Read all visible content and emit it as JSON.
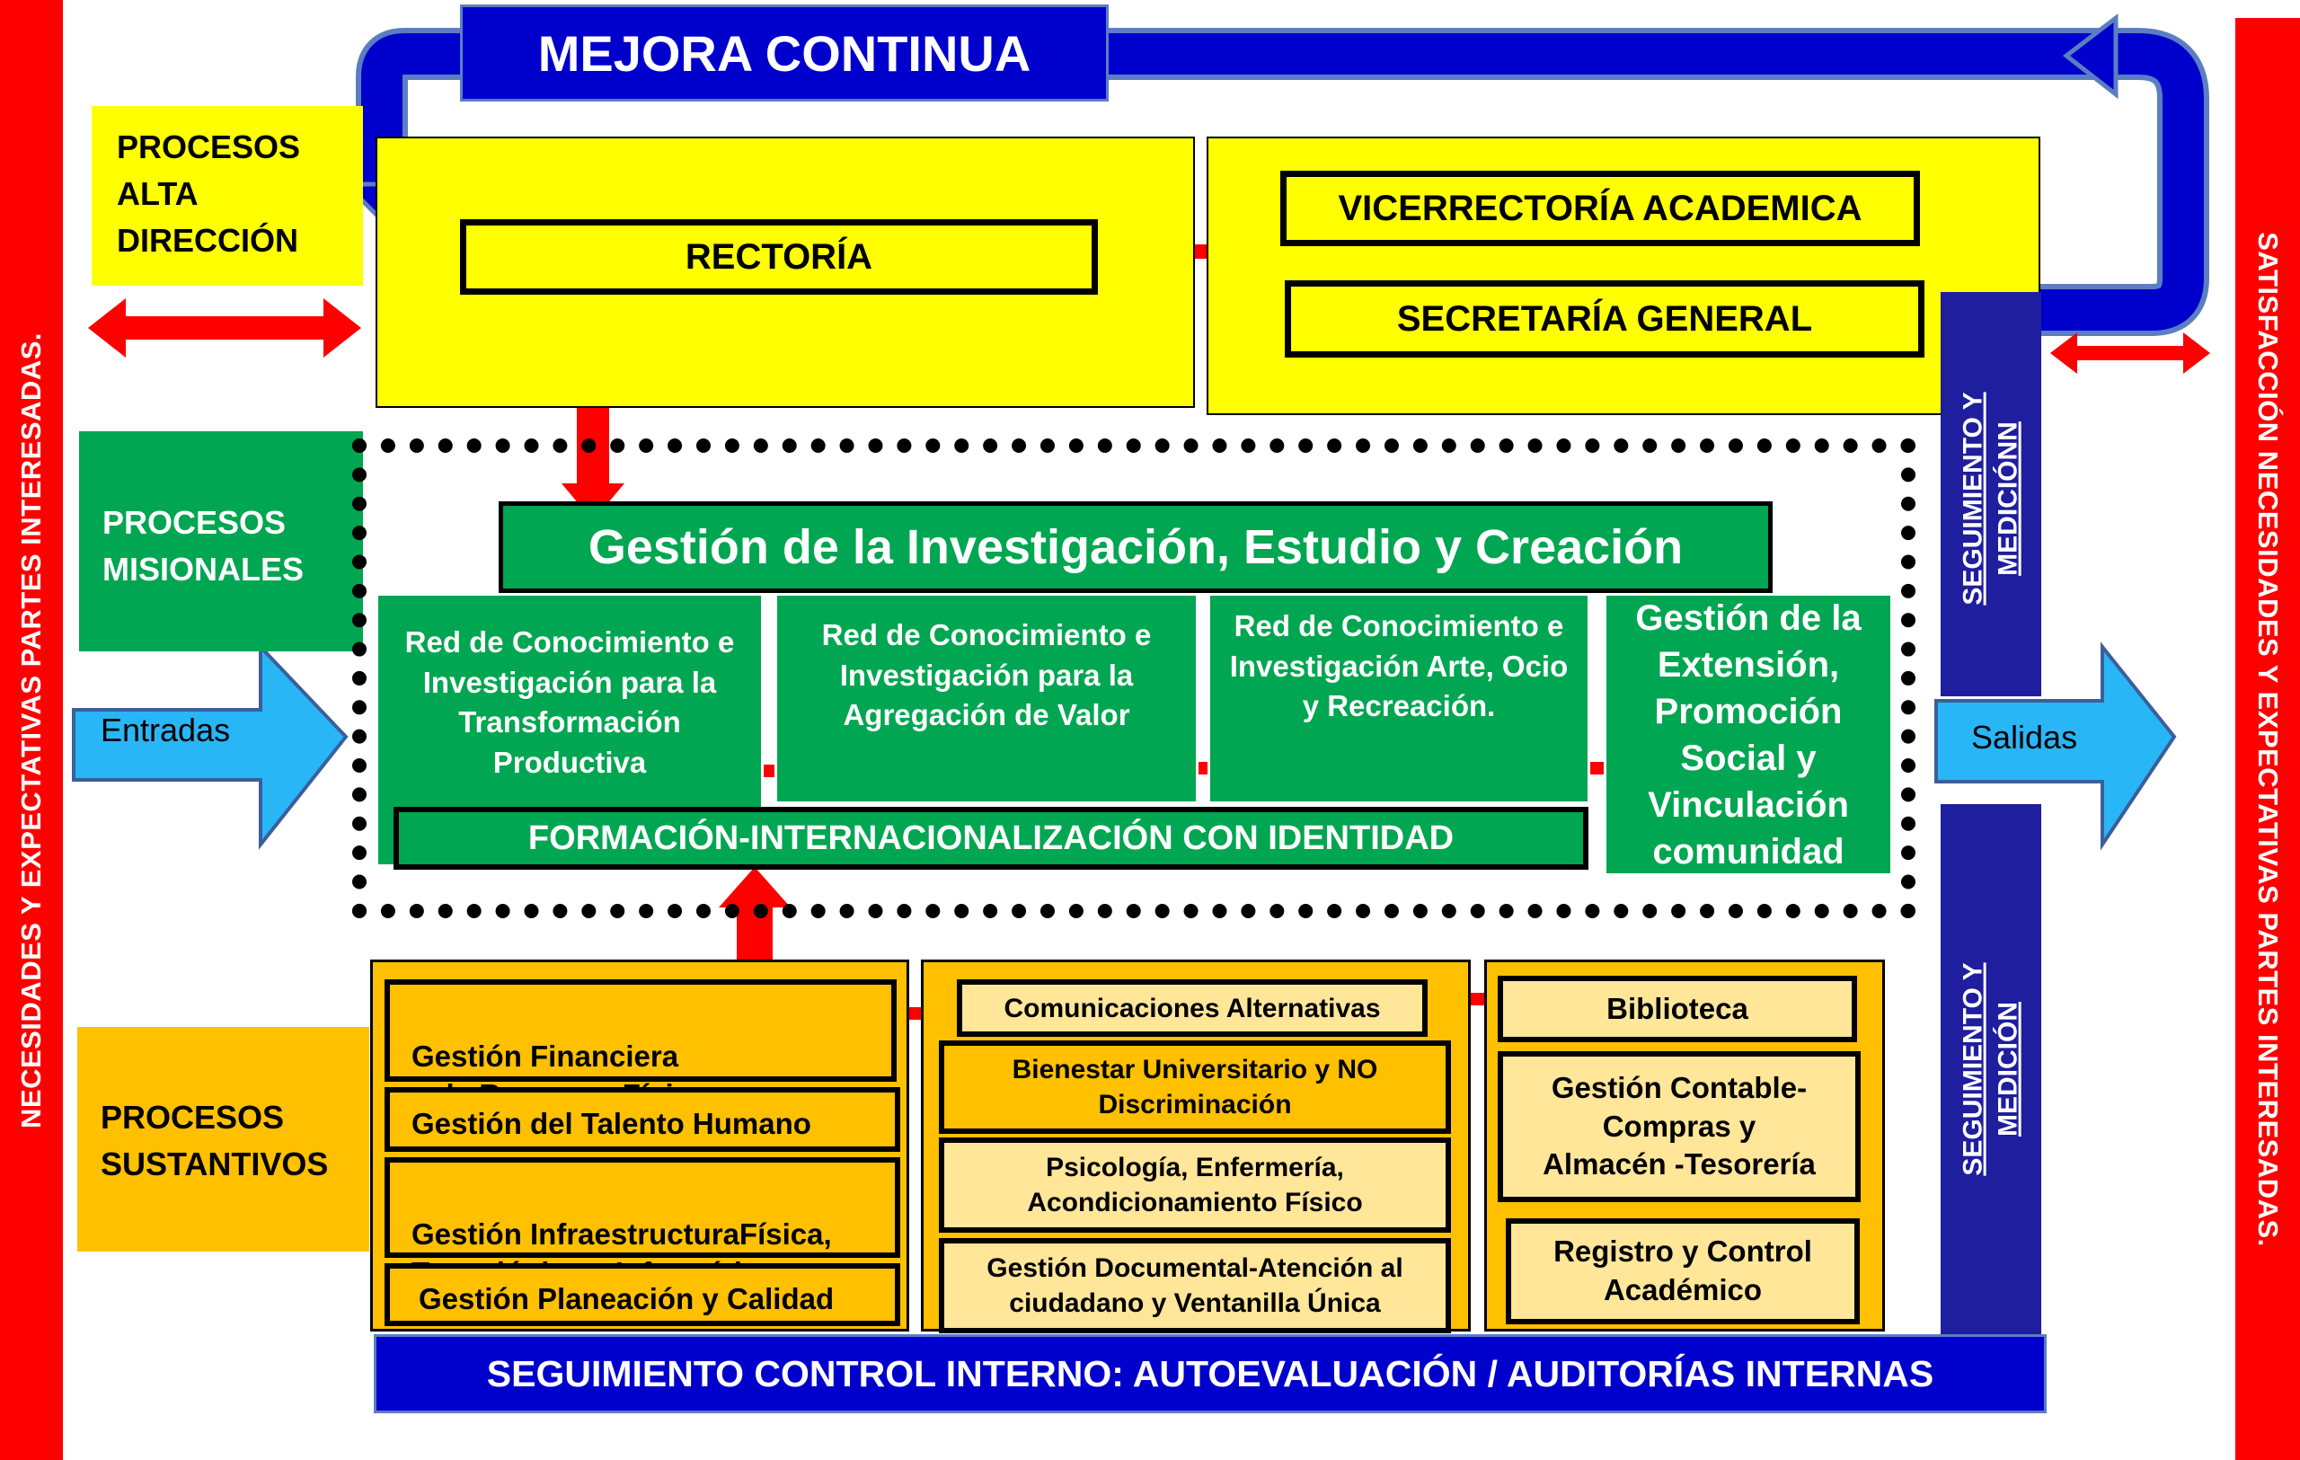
{
  "left_bar": {
    "text": "NECESIDADES Y EXPECTATIVAS PARTES INTERESADAS.",
    "color": "#ff0000"
  },
  "right_bar": {
    "text": "SATISFACCIÓN NECESIDADES Y EXPECTATIVAS PARTES INTERESADAS.",
    "color": "#ff0000"
  },
  "mejora": {
    "text": "MEJORA CONTINUA",
    "color": "#0000cc"
  },
  "alta_direccion": {
    "label": "PROCESOS\nALTA\nDIRECCIÓN",
    "rectoria": "RECTORÍA",
    "vicerrectoria": "VICERRECTORÍA ACADEMICA",
    "secretaria": "SECRETARÍA GENERAL"
  },
  "misionales": {
    "label": "PROCESOS\nMISIONALES",
    "title": "Gestión de la Investigación, Estudio y Creación",
    "red1": "Red de Conocimiento e Investigación  para la Transformación Productiva",
    "red2": "Red de Conocimiento e Investigación para la Agregación de Valor",
    "red3": "Red  de Conocimiento e Investigación Arte, Ocio y Recreación.",
    "extension": "Gestión de la Extensión, Promoción Social y Vinculación comunidad",
    "formacion": "FORMACIÓN-INTERNACIONALIZACIÓN CON IDENTIDAD"
  },
  "entradas": "Entradas",
  "salidas": "Salidas",
  "seguimiento_top": {
    "line1": "SEGUIMIENTO Y",
    "line2": "MEDICIÓNN"
  },
  "seguimiento_bottom": {
    "line1": "SEGUIMIENTO Y",
    "line2": "MEDICIÓN"
  },
  "sustantivos": {
    "label": "PROCESOS\nSUSTANTIVOS",
    "col1": [
      "Gestión Financiera\ny de Recursos Físicos.",
      "Gestión del Talento Humano",
      "Gestión InfraestructuraFísica,\nTecnológica e  Informática.",
      "Gestión Planeación y Calidad"
    ],
    "col2": [
      "Comunicaciones Alternativas",
      "Bienestar Universitario y NO\nDiscriminación",
      "Psicología, Enfermería,\nAcondicionamiento Físico",
      "Gestión Documental-Atención al\nciudadano y Ventanilla Única"
    ],
    "col3": [
      "Biblioteca",
      "Gestión Contable-\nCompras y\nAlmacén -Tesorería",
      "Registro y Control\nAcadémico"
    ]
  },
  "control_interno": "SEGUIMIENTO CONTROL INTERNO: AUTOEVALUACIÓN / AUDITORÍAS INTERNAS",
  "colors": {
    "red": "#ff0000",
    "blue": "#0000cc",
    "navy": "#1e1e9e",
    "yellow": "#ffff00",
    "green": "#00a651",
    "orange": "#ffc000",
    "light_orange": "#ffe699",
    "cyan": "#29b6f6"
  }
}
